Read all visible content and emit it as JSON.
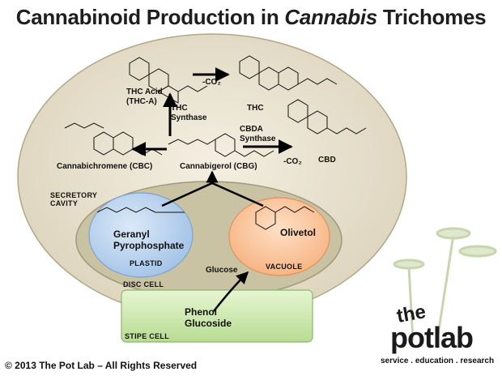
{
  "title": {
    "part1": "Cannabinoid Production in ",
    "italic": "Cannabis",
    "part2": " Trichomes"
  },
  "compounds": {
    "thca_line1": "THC Acid",
    "thca_line2": "(THC-A)",
    "thc": "THC",
    "cbc": "Cannabichromene (CBC)",
    "cbg": "Cannabigerol (CBG)",
    "cbd": "CBD",
    "geranyl_line1": "Geranyl",
    "geranyl_line2": "Pyrophosphate",
    "olivetol": "Olivetol",
    "glucose": "Glucose",
    "phenol_line1": "Phenol",
    "phenol_line2": "Glucoside"
  },
  "enzymes": {
    "thc_synthase_line1": "THC",
    "thc_synthase_line2": "Synthase",
    "cbda_synthase_line1": "CBDA",
    "cbda_synthase_line2": "Synthase",
    "co2_thc": "-CO₂",
    "co2_cbd": "-CO₂"
  },
  "compartments": {
    "secretory_line1": "SECRETORY",
    "secretory_line2": "CAVITY",
    "plastid": "PLASTID",
    "vacuole": "VACUOLE",
    "disc_cell": "DISC CELL",
    "stipe_cell": "STIPE CELL"
  },
  "footer": {
    "copyright": "© 2013 The Pot Lab – All Rights Reserved"
  },
  "logo": {
    "the": "the",
    "potlab": "potlab",
    "tagline": "service . education . research"
  },
  "colors": {
    "cavity_fill": "#ece6d6",
    "disc_fill": "#c9c2a3",
    "plastid_fill": "#bcd4ee",
    "vacuole_fill": "#fbc9a1",
    "stipe_fill": "#d2ecb2",
    "arrow": "#000000"
  }
}
